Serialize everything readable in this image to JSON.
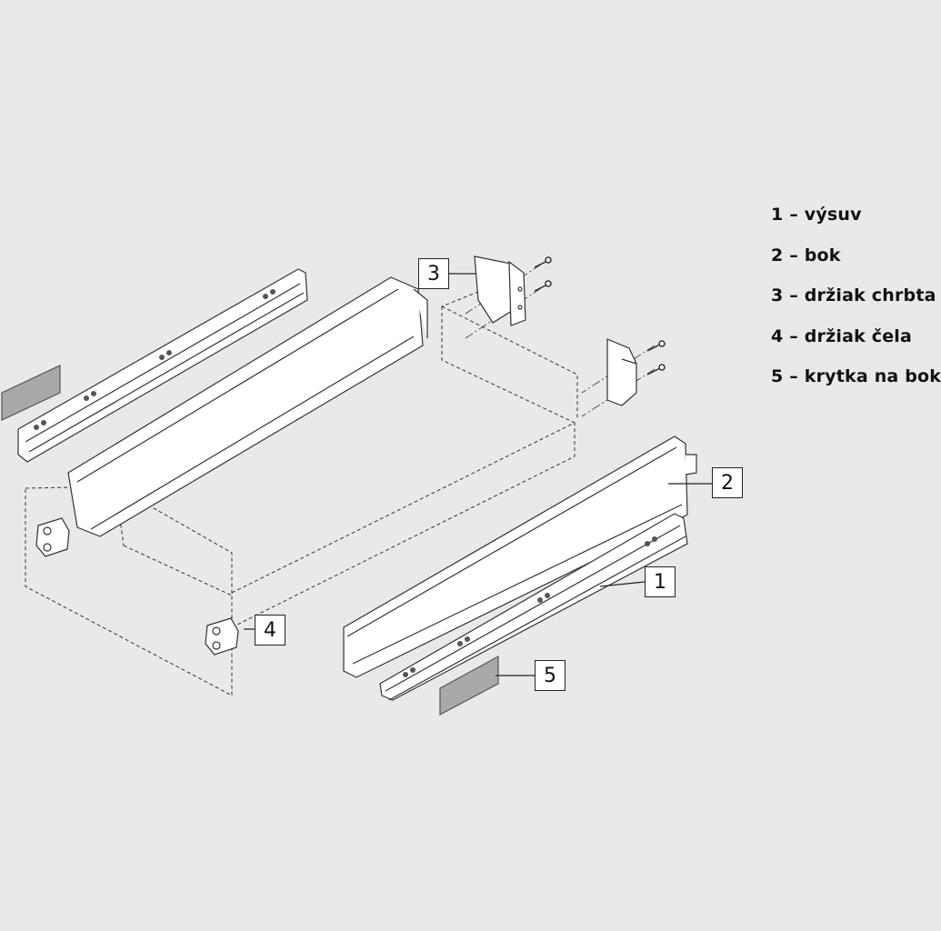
{
  "legend": [
    {
      "text": "1 – výsuv"
    },
    {
      "text": "2 – bok"
    },
    {
      "text": "3 – držiak chrbta"
    },
    {
      "text": "4 – držiak čela"
    },
    {
      "text": "5 – krytka na bok"
    }
  ],
  "callouts": [
    "1",
    "2",
    "3",
    "4",
    "5"
  ],
  "colors": {
    "background": "#e9e9e9",
    "line": "#333333",
    "part_fill": "#ffffff",
    "cover_plate": "#a9a9a9"
  }
}
